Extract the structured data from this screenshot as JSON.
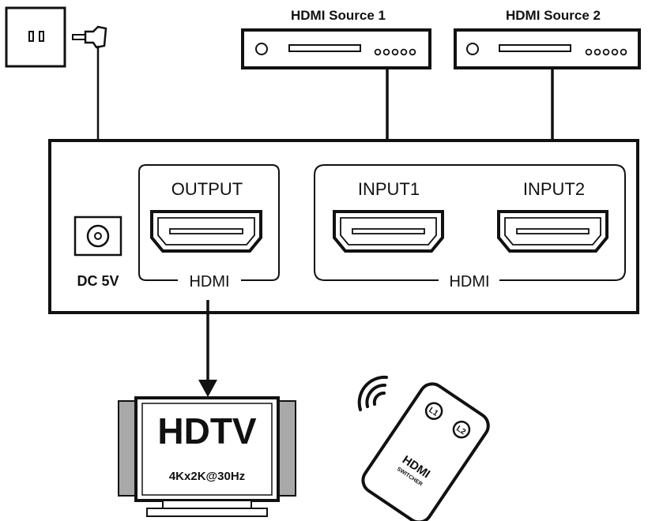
{
  "sources": [
    {
      "title": "HDMI Source 1"
    },
    {
      "title": "HDMI Source 2"
    }
  ],
  "switcher": {
    "power_label": "DC 5V",
    "output_label": "OUTPUT",
    "output_group_label": "HDMI",
    "input1_label": "INPUT1",
    "input2_label": "INPUT2",
    "input_group_label": "HDMI"
  },
  "tv": {
    "title": "HDTV",
    "subtitle": "4Kx2K@30Hz"
  },
  "remote": {
    "button1": "L1",
    "button2": "L2",
    "brand": "HDMI",
    "model": "SWITCHER"
  },
  "colors": {
    "line": "#111111",
    "tv_side": "#a9a9a9",
    "background": "#ffffff"
  }
}
